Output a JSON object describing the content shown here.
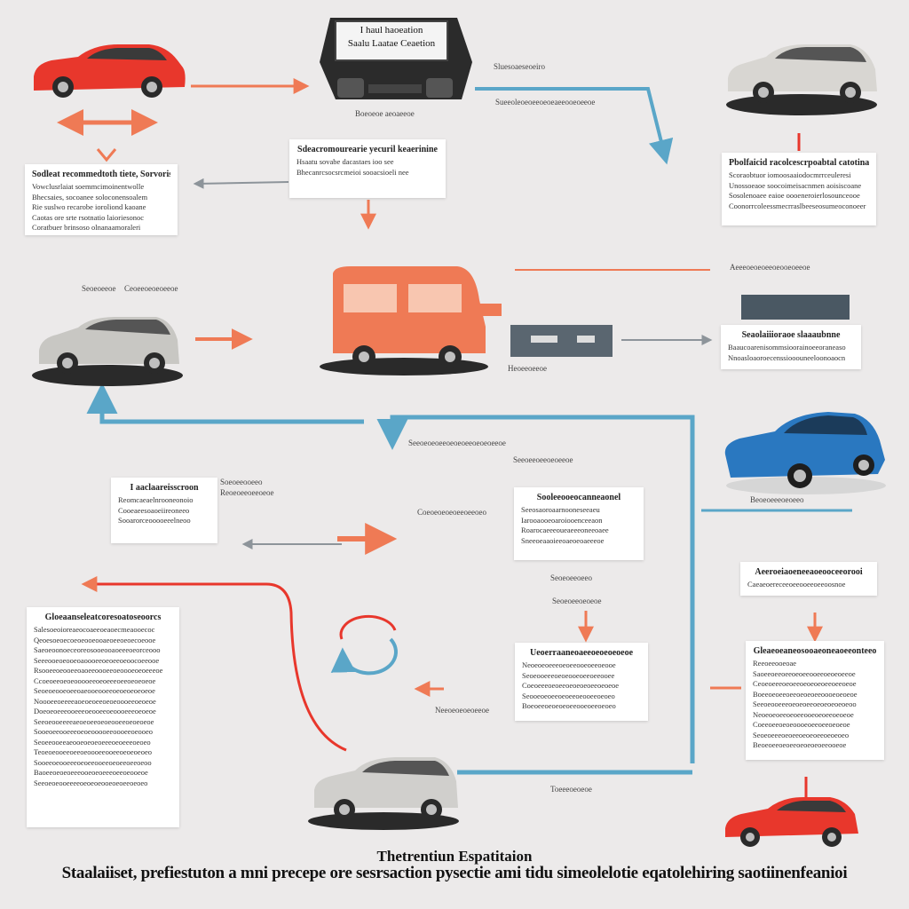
{
  "colors": {
    "background": "#eceaea",
    "red": "#e8372c",
    "orange": "#ef7a55",
    "blue": "#5aa6c8",
    "gray": "#9aa0a6",
    "dark": "#2b2b2b"
  },
  "device": {
    "line1": "I haul haoeation",
    "line2": "Saalu Laatae Ceaetion"
  },
  "panels": [
    {
      "id": "p1",
      "head": "Sodleat recommedtoth tiete, Sorvoris",
      "lines": [
        "Vowclusrlaiat soemmcimoinentwolle",
        "Bhecsaies, socoanee soloconensoalem",
        "Rie suslwo recarobe ioroliond kaoane",
        "Caotas ore srte rsotnatio laioriesonoc",
        "Coratbuer brinsoso olnanaamoraleri"
      ]
    },
    {
      "id": "p2",
      "head": "Sdeacromourearie yecuril keaerinine",
      "lines": [
        "Hsaatu sovabe dacastaes ioo see",
        "Bhecanrcsocsrcmeioi sooacsioeli nee"
      ]
    },
    {
      "id": "p3",
      "head": "Pbolfaicid racolcescrpoabtal catotina",
      "lines": [
        "Scoraobtuor iomoosaaiodocmrrceuleresi",
        "Unossoeaoe soocoimeisacnmen aoisiscoane",
        "Sosolenoaee eaioe oooeneroierlosounceooe",
        "Coonorrcoleessmecrraslbeeseosumeoconoeer"
      ]
    },
    {
      "id": "p4",
      "head": "Seaolaiiioraoe slaaaubnne",
      "lines": [
        "Baaucoarenisommsioorainoeeoraneaso",
        "Nnoasloaoroecenssiooouneeloonoaocn"
      ]
    },
    {
      "id": "p5",
      "head": "I aaclaareisscroon",
      "lines": [
        "Reomcaeaelnrooneonoio",
        "Cooeaeesoaoeiireoneeo",
        "Sooarorceooooeeelneoo"
      ]
    },
    {
      "id": "p6",
      "head": "Sooleeooeocanneaonel",
      "lines": [
        "Seeosaoroaarnooneseeaeu",
        "Iarooaooeoaroiooenceeaon",
        "Roarocaeeeoueaeeeoneeoaee",
        "Sneeoeaaoieeoaeoeoaeeeoe"
      ]
    },
    {
      "id": "p7",
      "head": "Aeeroeiaoeneeaoeooceeorooi",
      "lines": [
        "Caeaeoereceeoeeooeeoeeoosnoe"
      ]
    },
    {
      "id": "p8",
      "head": "Gloeaanseleatcoresoatoseoorcs",
      "lines": [
        "Salesoeoioreaeocoaeeoeaoecmeaooecoc",
        "Qeoesoeoecoeoeooeooaeoeeoeoecoeooe",
        "Saeoeoonoeceoreosooeooaoeeeoeorceooo",
        "Seeeooeoeooeoaoooeeoeoeeoeoocoeeooe",
        "Rsooeeoeooeeoaoeeoooeeoeoooeoeoeeeoe",
        "Ccoeoeeoeoeooooeeoeoeeeoeeoeoeoeoe",
        "Seoeoeooeoeeoaeooeooeeoeoeoeoeoeoe",
        "Noooeeoeeeeaoeoeoeeoeoeoooeeoeoeoe",
        "Doeoeoeeeooeeeoeooeeoeoooeeeoeoeoe",
        "Seeoeooeeeeaeoeoeeoeoeooeeoeoeoeoe",
        "Sooeoeeooeeeoeoeooooeeoooeeoeooeo",
        "Seoeeooeeaeooeoeoeoeeeoeoeeeoeoeo",
        "Teoeoeooeeoeeoeoooeeooeeoeoeoeoeo",
        "Sooeeoeooeeeoeoeeooeeoeoeeoeeoeoo",
        "Baoeeoeoeoeeeooeoeoeeeoeeoeooeoe",
        "Seeoeoeooeeeeoeoeoeooeoeoeeoeoeo"
      ]
    },
    {
      "id": "p9",
      "head": "Ueoerraaneoaeeoeoeoeoeoe",
      "lines": [
        "Neoeoeoeeeoeoeeooeoeeoeooe",
        "Seoeooeeeoeoeooeoeeoeeooee",
        "Coeoeeeoeoeeoeoeoeoeeoeoeoe",
        "Seooeoeoeeoeoeeoeooeeoeoeo",
        "Boeoeeoeoeoeoeeooeoeeoeoeo"
      ]
    },
    {
      "id": "p10",
      "head": "Gleaeoeaneosooaeoneaoeeonteeo",
      "lines": [
        "Reeoeeooeoae",
        "Saoeeoeeoeeoeoeeooeeoeoeoeeoe",
        "Ceoeoeeeoeoeeoeoeoeoeeoeeoeoe",
        "Boeeoeoeeoeeoeoeoeeoooeoeoeoe",
        "Seeoeooeeeoeoeoeeoeoeoeoeoeoo",
        "Neoeoeoeeoeoeeooeoeoeeoeoeoe",
        "Coeeoeeoeoeoooeoeeoeeoeoeoe",
        "Seoeoeeeoeoeeoeoeoeeoeoeoeo",
        "Beoeoeeoeoeeoeoeoeoeeooeoe"
      ]
    }
  ],
  "labels": {
    "l1": "Sluesoaeseoeiro",
    "l2": "Sueeoleoeoeeoeoeaeeooeoeeoe",
    "l3": "Boeoeoe aeoaeeoe",
    "l4": "Seoeoeeoe",
    "l5": "Ceoeeoeoeoeeoe",
    "l6": "Aeeeoeoeoeeoeooeoeeoe",
    "l7": "Heoeeoeeoe",
    "l8": "Seeoeoeoeeoeoeoeeoeoeoeeoe",
    "l9": "Seeoeeoeeoeoeeoe",
    "l10": "Soeoeeooeeo",
    "l11": "Reoeoeeoeeoeoe",
    "l12": "Coeoeoeoeoeeoeeoeo",
    "l13": "Beoeoeeeoeoeeo",
    "l14": "Seoeoeeoeeo",
    "l15": "Seoeoeeoeoeoe",
    "l16": "Neeoeoeoeoeeoe",
    "l17": "Toeeeoeoeoe"
  },
  "caption": {
    "title": "Thetrentiun Espatitaion",
    "subtitle": "Staalaiiset, prefiestuton a mni precepe ore sesrsaction pysectie ami tidu simeolelotie eqatolehiring saotiinenfeanioi"
  }
}
